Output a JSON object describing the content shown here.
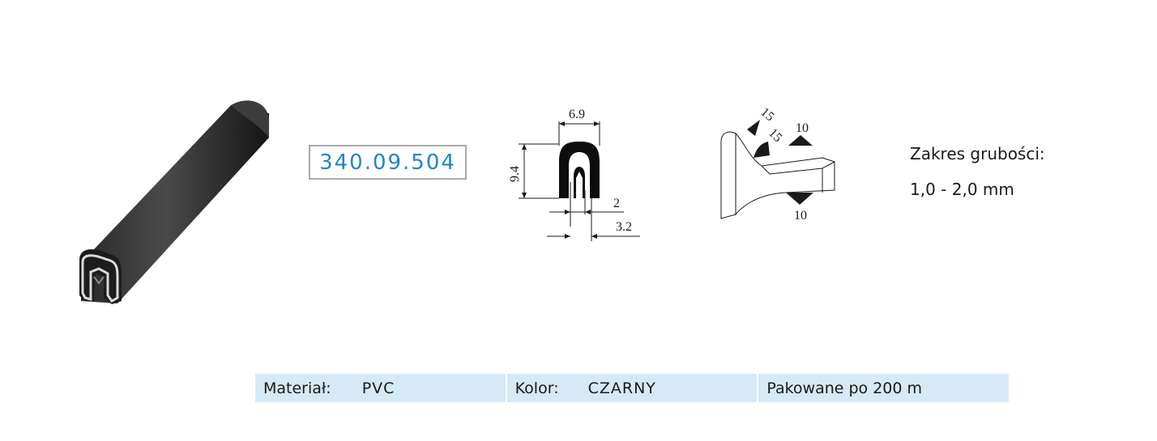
{
  "product": {
    "code": "340.09.504",
    "image_icon": "black-u-edge-trim-profile"
  },
  "profile_diagram": {
    "width_label": "6.9",
    "height_label": "9.4",
    "inner_gap_label": "2",
    "base_label": "3.2"
  },
  "mount_diagram": {
    "angle_label_1": "15",
    "angle_label_2": "15",
    "top_label": "10",
    "bottom_label": "10"
  },
  "thickness": {
    "label": "Zakres grubości:",
    "value": "1,0 - 2,0 mm"
  },
  "specs": {
    "material_label": "Materiał:",
    "material_value": "PVC",
    "color_label": "Kolor:",
    "color_value": "CZARNY",
    "packaging": "Pakowane po 200 m"
  },
  "colors": {
    "code_text": "#1f87c7",
    "spec_background": "#d5e9f6"
  }
}
